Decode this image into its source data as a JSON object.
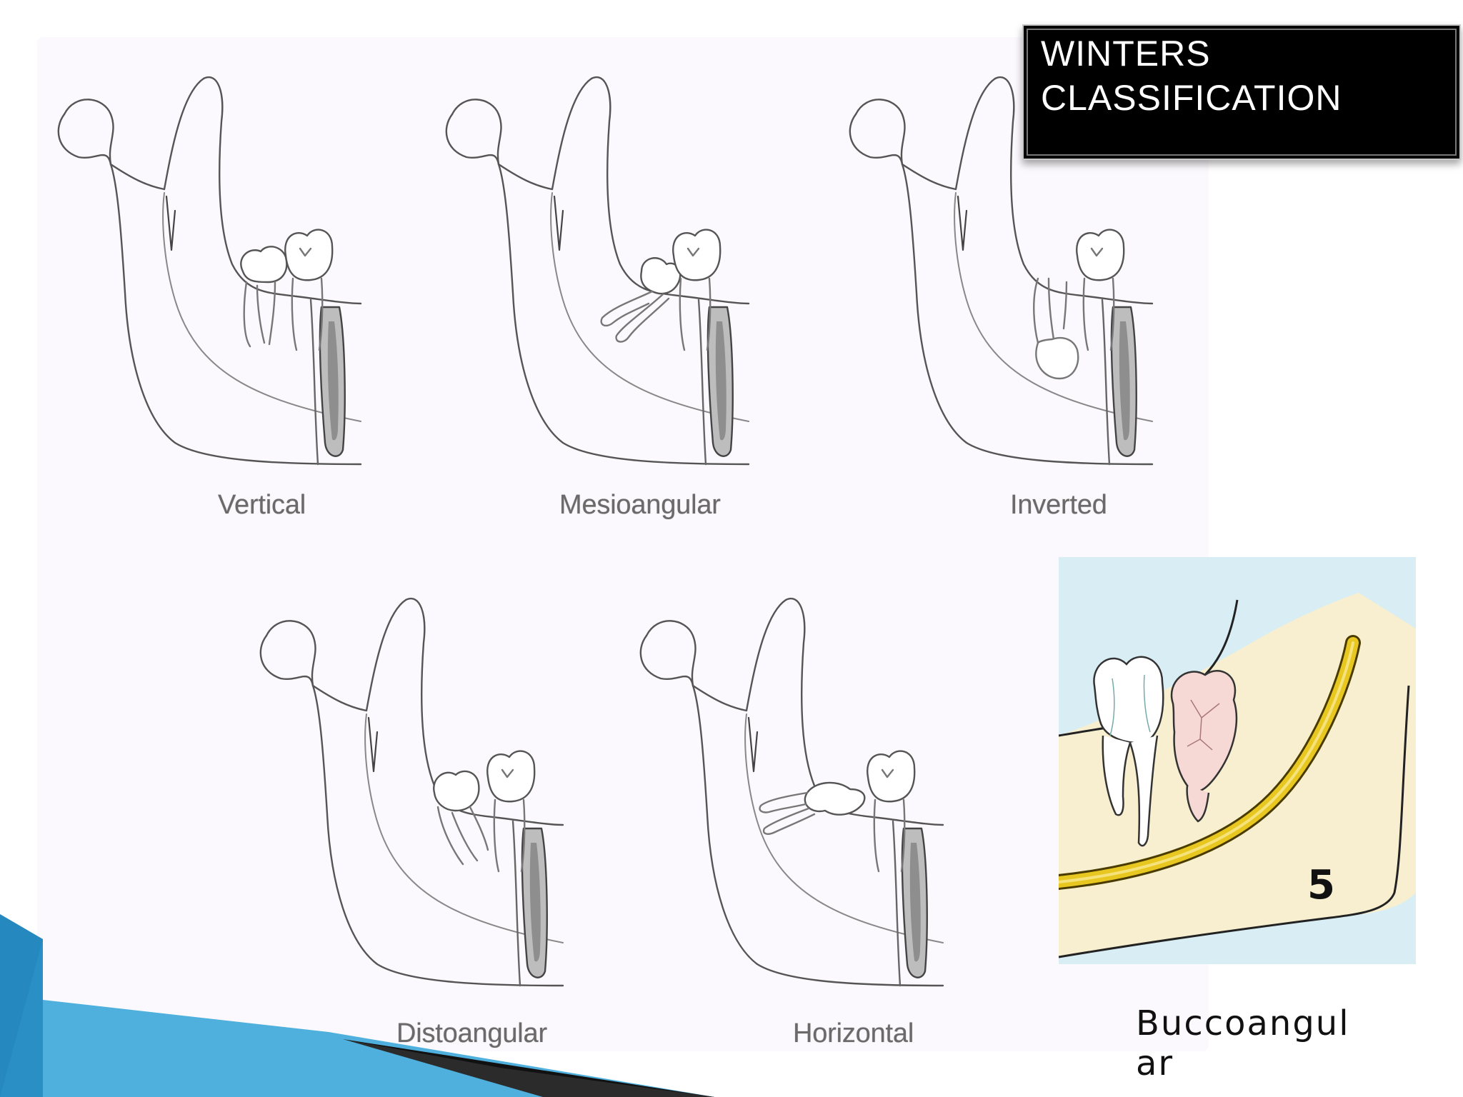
{
  "title": {
    "line1": "WINTERS",
    "line2": "CLASSIFICATION"
  },
  "diagrams": [
    {
      "key": "vertical",
      "label": "Vertical"
    },
    {
      "key": "mesioangular",
      "label": "Mesioangular"
    },
    {
      "key": "inverted",
      "label": "Inverted"
    },
    {
      "key": "distoangular",
      "label": "Distoangular"
    },
    {
      "key": "horizontal",
      "label": "Horizontal"
    }
  ],
  "buccoangular": {
    "label": "Buccoangular",
    "figure_number": "5"
  },
  "colors": {
    "title_bg": "#000000",
    "title_text": "#ffffff",
    "nerve": "#e8c820",
    "illus_bg": "#d9eef4",
    "bone": "#f7efcf",
    "third_molar": "#f6d8d4",
    "decor_blue": "#2a8fc4"
  }
}
